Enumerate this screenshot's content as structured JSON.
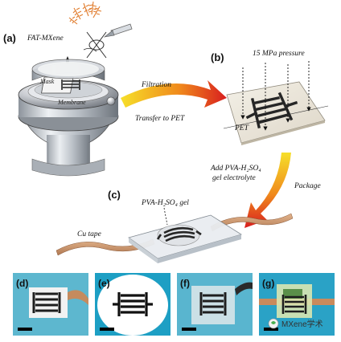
{
  "panels": {
    "a": "(a)",
    "b": "(b)",
    "c": "(c)",
    "d": "(d)",
    "e": "(e)",
    "f": "(f)",
    "g": "(g)"
  },
  "labels": {
    "fat_mxene": "FAT-MXene",
    "mask": "Mask",
    "membrane": "Membrane",
    "filtration": "Filtration",
    "transfer": "Transfer to PET",
    "pressure": "15 MPa pressure",
    "pet": "PET",
    "add_gel_line1": "Add PVA-H₂SO₄",
    "add_gel_line2": "gel electrolyte",
    "package": "Package",
    "pva_gel": "PVA-H₂SO₄ gel",
    "cu_tape": "Cu tape"
  },
  "watermark": "MXene学术",
  "colors": {
    "arrow_start": "#f5d020",
    "arrow_end": "#d81e1e",
    "tape": "#c8906a",
    "electrode": "#2a2a2a",
    "pet": "#e6e0d2"
  }
}
